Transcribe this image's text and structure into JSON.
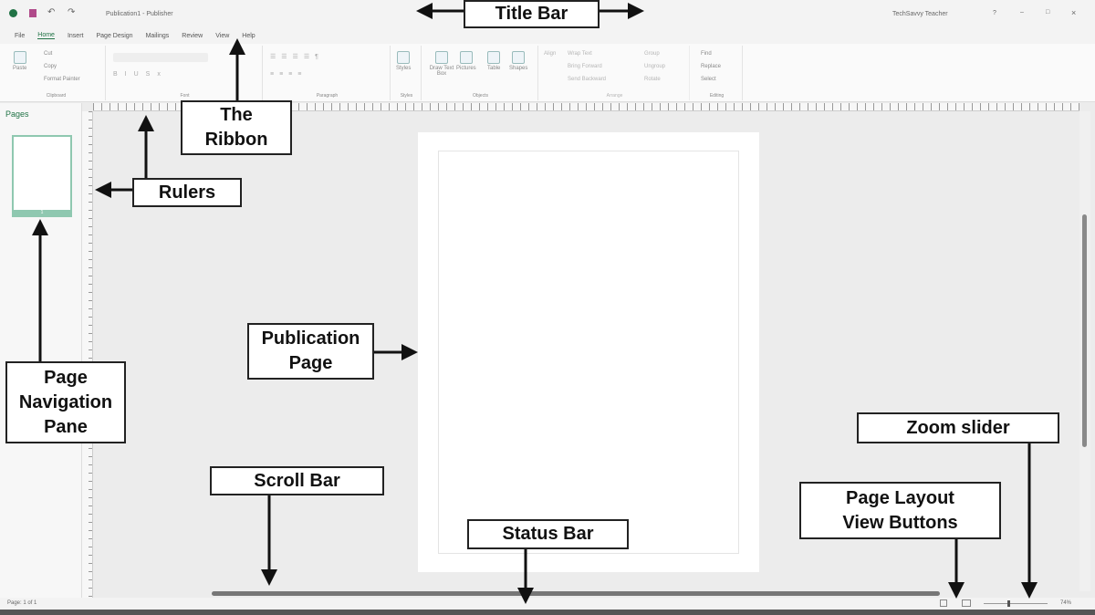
{
  "titlebar": {
    "doc_title": "Publication1 - Publisher",
    "user": "TechSavvy Teacher",
    "help": "?",
    "minimize": "–",
    "maximize": "□",
    "close": "×"
  },
  "tabs": [
    "File",
    "Home",
    "Insert",
    "Page Design",
    "Mailings",
    "Review",
    "View",
    "Help"
  ],
  "ribbon": {
    "clipboard": {
      "label": "Clipboard",
      "paste": "Paste",
      "cut": "Cut",
      "copy": "Copy",
      "format_painter": "Format Painter"
    },
    "font": {
      "label": "Font"
    },
    "paragraph": {
      "label": "Paragraph"
    },
    "styles": {
      "label": "Styles",
      "styles": "Styles"
    },
    "objects": {
      "label": "Objects",
      "draw_text_box": "Draw Text Box",
      "pictures": "Pictures",
      "table": "Table",
      "shapes": "Shapes"
    },
    "arrange": {
      "label": "Arrange",
      "wrap_text": "Wrap Text",
      "bring_forward": "Bring Forward",
      "send_backward": "Send Backward",
      "align": "Align",
      "group": "Group",
      "ungroup": "Ungroup",
      "rotate": "Rotate"
    },
    "editing": {
      "label": "Editing",
      "find": "Find",
      "replace": "Replace",
      "select": "Select"
    }
  },
  "pages_pane": {
    "title": "Pages",
    "thumb_number": "1"
  },
  "status": {
    "page": "Page: 1 of 1",
    "zoom": "74%"
  },
  "callouts": {
    "title_bar": "Title Bar",
    "ribbon": "The Ribbon",
    "rulers": "Rulers",
    "publication_page": "Publication Page",
    "page_nav": "Page Navigation Pane",
    "scroll_bar": "Scroll Bar",
    "status_bar": "Status Bar",
    "zoom_slider": "Zoom slider",
    "layout_buttons": "Page Layout View Buttons"
  },
  "colors": {
    "accent": "#217346",
    "canvas": "#ececec"
  }
}
